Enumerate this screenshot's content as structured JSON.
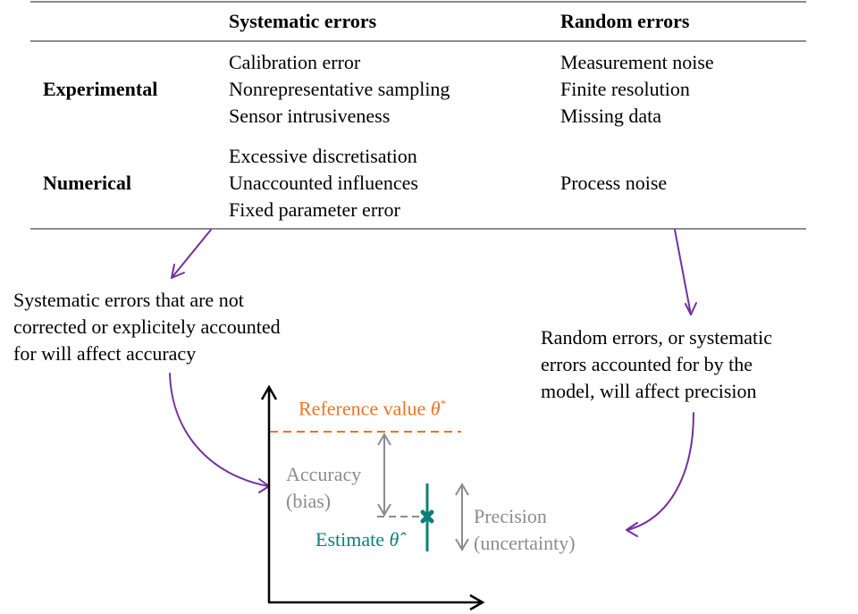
{
  "table": {
    "columns": [
      "",
      "Systematic errors",
      "Random errors"
    ],
    "rows": [
      {
        "label": "Experimental",
        "systematic": [
          "Calibration error",
          "Nonrepresentative sampling",
          "Sensor intrusiveness"
        ],
        "random": [
          "Measurement noise",
          "Finite resolution",
          "Missing data"
        ]
      },
      {
        "label": "Numerical",
        "systematic": [
          "Excessive discretisation",
          "Unaccounted influences",
          "Fixed parameter error"
        ],
        "random": [
          "Process noise"
        ]
      }
    ]
  },
  "notes": {
    "left": [
      "Systematic errors that are not",
      "corrected or explicitely accounted",
      "for will affect accuracy"
    ],
    "right": [
      "Random errors, or systematic",
      "errors accounted for by the",
      "model, will affect precision"
    ]
  },
  "plot": {
    "reference_label": "Reference value",
    "reference_symbol": "θ",
    "reference_superscript": "*",
    "accuracy_label": [
      "Accuracy",
      "(bias)"
    ],
    "precision_label": [
      "Precision",
      "(uncertainty)"
    ],
    "estimate_label": "Estimate",
    "estimate_symbol": "θ̂"
  },
  "colors": {
    "arrow": "#7030a0",
    "reference": "#f07320",
    "estimate": "#0e7f7a",
    "annotation": "#8c8c8c",
    "rule": "#8c8c8c"
  }
}
